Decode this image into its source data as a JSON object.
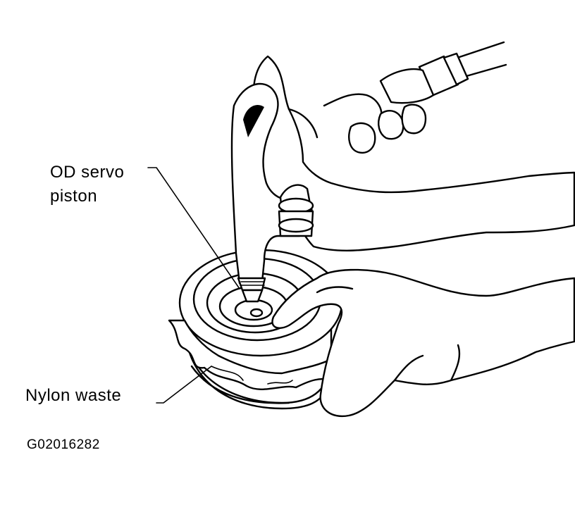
{
  "labels": {
    "od_servo_piston": [
      "OD servo",
      "piston"
    ],
    "nylon_waste": "Nylon waste",
    "figure_code": "G02016282"
  }
}
